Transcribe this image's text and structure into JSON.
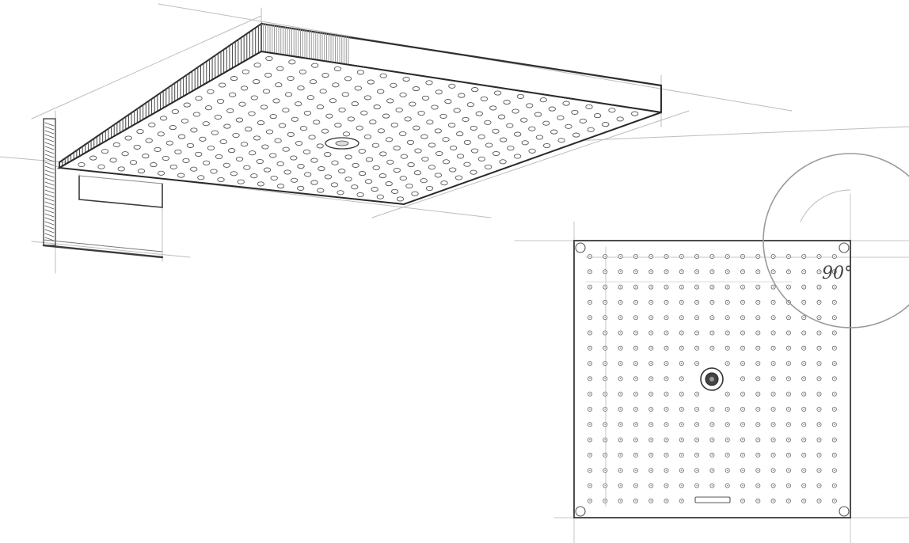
{
  "drawing": {
    "angle_annotation": "90°"
  },
  "colors": {
    "paper": "#ffffff",
    "ink_dark": "#2f2f2f",
    "ink_mid": "#555555",
    "ink_light": "#9a9a9a",
    "ink_faint": "#c8c8c8"
  },
  "icons": {
    "perspective_view": "rain-shower-head-perspective-sketch",
    "plan_view": "rain-shower-head-top-view-sketch",
    "center_hub": "center-hub-icon",
    "angle_circle": "right-angle-detail-circle"
  }
}
